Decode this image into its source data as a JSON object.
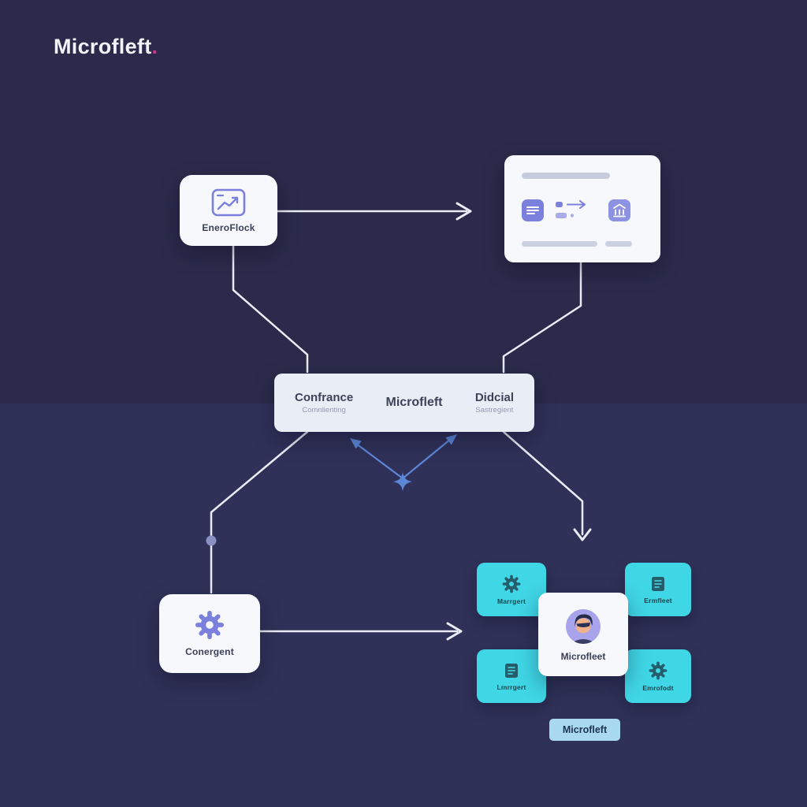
{
  "logo": {
    "text": "Microfleft",
    "dot": "."
  },
  "diagram": {
    "energy_card": {
      "label": "EneroFlock",
      "icon": "browser-chart-icon"
    },
    "preview_card": {
      "icons": [
        "document-icon",
        "flow-arrow-icon",
        "building-icon"
      ]
    },
    "hub_card": {
      "left_title": "Confrance",
      "left_subtitle": "Comnlienting",
      "center_title": "Microfleft",
      "right_title": "Didcial",
      "right_subtitle": "Sastregient"
    },
    "gear_card": {
      "label": "Conergent",
      "icon": "gear-icon"
    },
    "cluster": {
      "card_top_left": {
        "label": "Marrgert",
        "icon": "gear-icon"
      },
      "card_top_right": {
        "label": "Ermfleet",
        "icon": "document-icon"
      },
      "card_bottom_left": {
        "label": "Lmrrgert",
        "icon": "document-icon"
      },
      "card_bottom_right": {
        "label": "Emrofodt",
        "icon": "gear-icon"
      },
      "center_card": {
        "label": "Microfleet",
        "icon": "avatar-icon"
      },
      "badge": {
        "label": "Microfleft"
      }
    }
  },
  "colors": {
    "background_top": "#2b2a4a",
    "background_bottom": "#2f3158",
    "card_white": "#f7f8fc",
    "hub_card": "#e9edf6",
    "accent_purple": "#7b80dd",
    "accent_cyan": "#3fd6e6",
    "connector_white": "#e9ecf5",
    "arrow_blue": "#5c86d8",
    "logo_dot_pink": "#d63384",
    "badge_blue": "#a8d9f0"
  }
}
